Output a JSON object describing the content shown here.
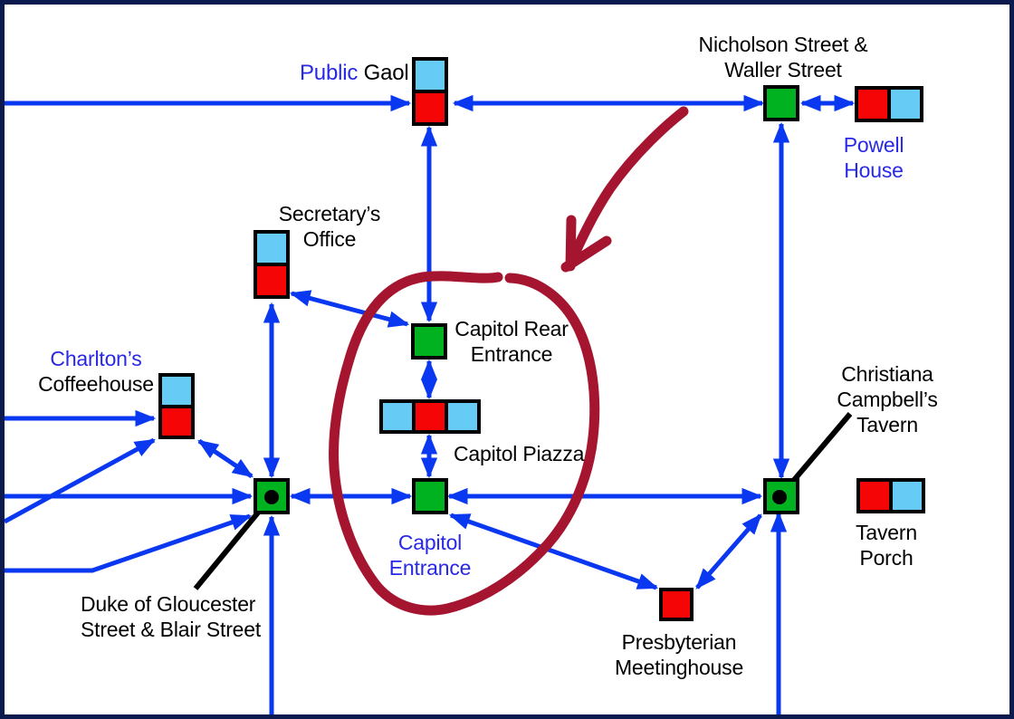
{
  "colors": {
    "arrow_blue": "#0a38f0",
    "label_blue": "#2828e6",
    "green": "#00b21f",
    "red": "#f50505",
    "light_blue": "#66ccf5",
    "annotation_crimson": "#a5152f",
    "border_navy": "#0d1a4d",
    "text_black": "#000000"
  },
  "nodes": {
    "public_gaol": {
      "label_blue_part": "Public",
      "label_black_part": "Gaol",
      "squares": [
        "light_blue",
        "red"
      ],
      "layout": "vertical"
    },
    "nicholson": {
      "line1": "Nicholson Street &",
      "line2": "Waller Street",
      "squares": [
        "green"
      ],
      "layout": "single"
    },
    "powell": {
      "line1": "Powell",
      "line2": "House",
      "squares": [
        "red",
        "light_blue"
      ],
      "layout": "horizontal"
    },
    "secretary": {
      "line1": "Secretary’s",
      "line2": "Office",
      "squares": [
        "light_blue",
        "red"
      ],
      "layout": "vertical"
    },
    "capitol_rear": {
      "line1": "Capitol Rear",
      "line2": "Entrance",
      "squares": [
        "green"
      ],
      "layout": "single"
    },
    "capitol_piazza": {
      "label": "Capitol Piazza",
      "squares": [
        "light_blue",
        "red",
        "light_blue"
      ],
      "layout": "horizontal"
    },
    "capitol_entrance": {
      "line1": "Capitol",
      "line2": "Entrance",
      "squares": [
        "green"
      ],
      "layout": "single"
    },
    "charltons": {
      "line1": "Charlton’s",
      "line2": "Coffeehouse",
      "squares": [
        "light_blue",
        "red"
      ],
      "layout": "vertical"
    },
    "duke": {
      "line1": "Duke of Gloucester",
      "line2": "Street & Blair Street",
      "squares": [
        "green"
      ],
      "layout": "single",
      "has_dot": true
    },
    "christiana": {
      "line1": "Christiana",
      "line2": "Campbell’s",
      "line3": "Tavern",
      "squares": [
        "green"
      ],
      "layout": "single",
      "has_dot": true
    },
    "tavern_porch": {
      "line1": "Tavern",
      "line2": "Porch",
      "squares": [
        "red",
        "light_blue"
      ],
      "layout": "horizontal"
    },
    "presbyterian": {
      "line1": "Presbyterian",
      "line2": "Meetinghouse",
      "squares": [
        "red"
      ],
      "layout": "single"
    }
  },
  "annotations": {
    "circle_color": "#a5152f",
    "arrow_color": "#a5152f"
  }
}
